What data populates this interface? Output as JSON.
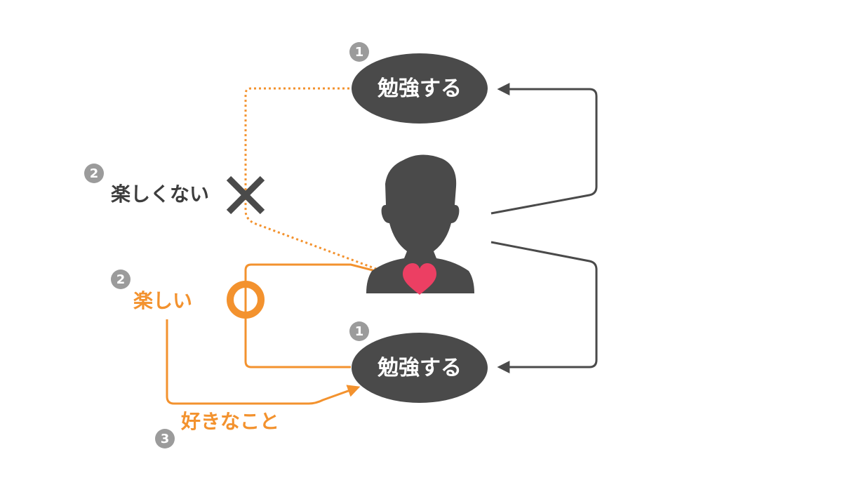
{
  "colors": {
    "dark": "#4a4a4a",
    "orange": "#f3922e",
    "badge": "#9b9b9b",
    "heart": "#ec3f63",
    "white": "#ffffff"
  },
  "top_node": {
    "label": "勉強する",
    "badge": "1"
  },
  "bottom_node": {
    "label": "勉強する",
    "badge": "1"
  },
  "not_fun": {
    "label": "楽しくない",
    "badge": "2",
    "mark": "✕"
  },
  "fun": {
    "label": "楽しい",
    "badge": "2",
    "mark": "○"
  },
  "favorite": {
    "label": "好きなこと",
    "badge": "3"
  },
  "icons": {
    "person": "person-silhouette-icon",
    "heart": "heart-icon",
    "cross": "cross-icon",
    "circle": "circle-icon"
  }
}
